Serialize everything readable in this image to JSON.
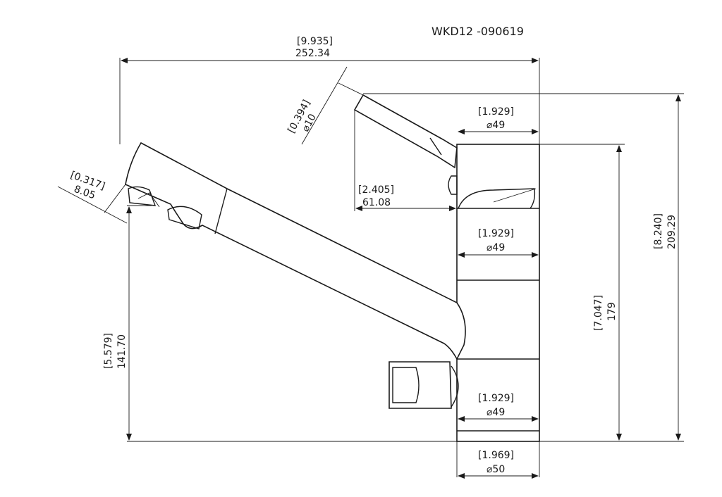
{
  "drawing": {
    "id": "WKD12 -090619",
    "dimensions": {
      "overall_width": {
        "inch": "[9.935]",
        "mm": "252.34"
      },
      "handle_diameter": {
        "inch": "[0.394]",
        "mm": "⌀10"
      },
      "body_top_diameter": {
        "inch": "[1.929]",
        "mm": "⌀49"
      },
      "handle_offset": {
        "inch": "[2.405]",
        "mm": "61.08"
      },
      "body_mid_diameter": {
        "inch": "[1.929]",
        "mm": "⌀49"
      },
      "spout_tip": {
        "inch": "[0.317]",
        "mm": "8.05"
      },
      "spout_height": {
        "inch": "[5.579]",
        "mm": "141.70"
      },
      "body_height": {
        "inch": "[7.047]",
        "mm": "179"
      },
      "overall_height": {
        "inch": "[8.240]",
        "mm": "209.29"
      },
      "body_low_diameter": {
        "inch": "[1.929]",
        "mm": "⌀49"
      },
      "base_diameter": {
        "inch": "[1.969]",
        "mm": "⌀50"
      }
    }
  }
}
